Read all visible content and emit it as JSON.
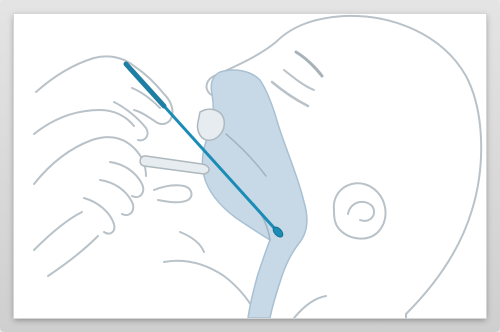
{
  "figure": {
    "frame_color": "#d4d4d4",
    "panel_background": "#ffffff",
    "line_color": "#b9c2c8",
    "cavity_fill": "#c7d9e6",
    "cavity_stroke": "#a9c0d2",
    "swab_color": "#1b8cb5",
    "icons": [
      "face-outline",
      "hand-outline",
      "nasopharyngeal-cavity",
      "swab"
    ]
  }
}
